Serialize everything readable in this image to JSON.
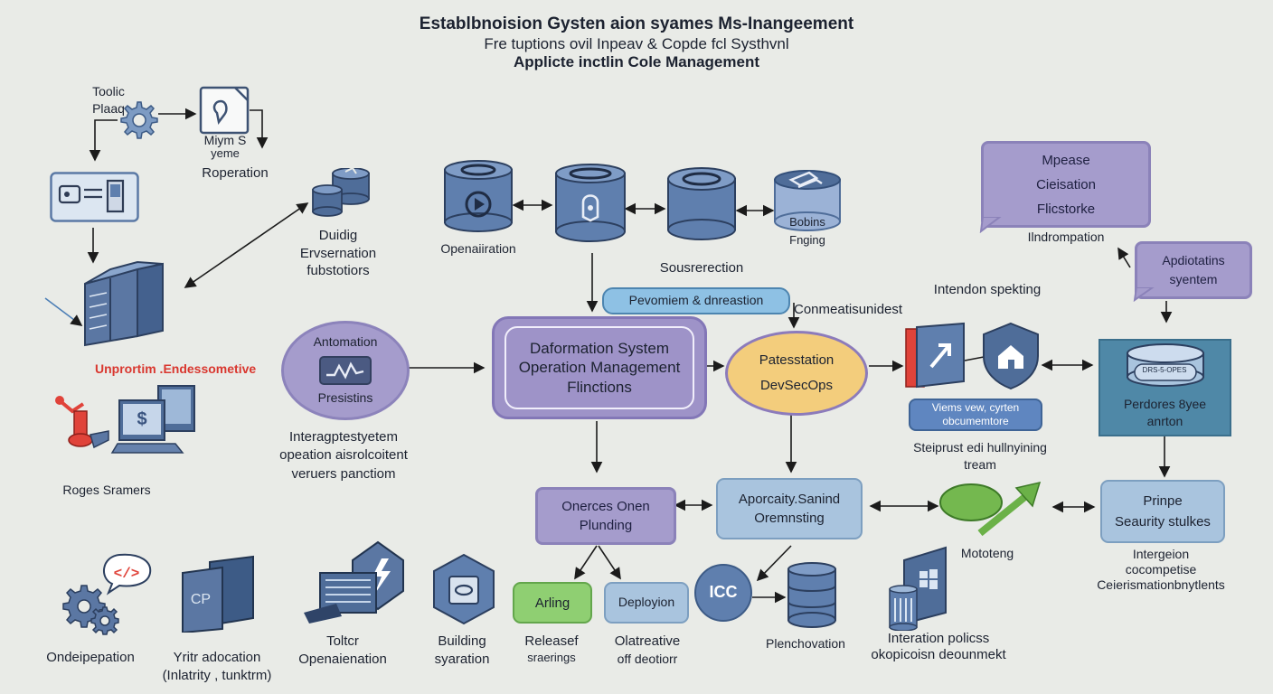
{
  "title": {
    "line1": "Establbnoision Gysten aion syames Ms-Inangeement",
    "line2": "Fre tuptions ovil Inpeav & Copde fcl Systhvnl",
    "line3": "Applicte inctlin Cole Management"
  },
  "left": {
    "toolic": [
      "Toolic",
      "Plaaq"
    ],
    "miym": [
      "Miym S",
      "yeme"
    ],
    "roperation": "Roperation",
    "unprortim": "Unprortim .Endessometive",
    "roges": "Roges Sramers"
  },
  "middle_left": {
    "duidig": [
      "Duidig",
      "Ervsernation",
      "fubstotiors"
    ],
    "automation": {
      "top": "Antomation",
      "bottom": "Presistins"
    },
    "interag": [
      "Interagptestyetem",
      "opeation aisrolcoitent",
      "veruers panctiom"
    ]
  },
  "top_row": {
    "operation": "Openaiiration",
    "sourcerection": "Sousrerection",
    "botins": [
      "Bobins",
      "Fnging"
    ]
  },
  "core": {
    "pevomiem": "Pevomiem & dnreastion",
    "main": [
      "Daformation System",
      "Operation  Management",
      "Flinctions"
    ],
    "connect": "Conmeatisunidest",
    "devsecops": [
      "Patesstation",
      "DevSecOps"
    ]
  },
  "right": {
    "mpease": [
      "Mpease",
      "Cieisation",
      "Flicstorke"
    ],
    "indromp": "Ilndrompation",
    "apdiotatins": [
      "Apdiotatins",
      "syentem"
    ],
    "intendon": "Intendon spekting",
    "viems": [
      "Viems  vew,  cyrten",
      "obcumemtore"
    ],
    "steiprust": [
      "Steiprust  edi hullnyining",
      "tream"
    ],
    "disk_label": "DRS-5-OPES",
    "perdores": [
      "Perdores 8yee",
      "anrton"
    ]
  },
  "bottom_flow": {
    "onerces": [
      "Onerces Onen",
      "Plunding"
    ],
    "apor": [
      "Aporcaity.Sanind",
      "Oremnsting"
    ],
    "arling": "Arling",
    "deployion": "Deployion",
    "icc": "ICC",
    "mototeng": "Mototeng",
    "prinpe": [
      "Prinpe",
      "Seaurity stulkes"
    ],
    "intergeion": [
      "Intergeion",
      "cocompetise",
      "Ceierismationbnytlents"
    ]
  },
  "bottom_row": {
    "ondeipepation": "Ondeipepation",
    "code_icon": "</>",
    "cp": "CP",
    "yritr": [
      "Yritr  adocation",
      "(Inlatrity , tunktrm)"
    ],
    "toltcr": [
      "Toltcr",
      "Openaienation"
    ],
    "building": [
      "Building",
      "syaration"
    ],
    "releasef": [
      "Releasef",
      "sraerings"
    ],
    "olatreative": [
      "Olatreative",
      "off deotiorr"
    ],
    "plenchovation": "Plenchovation",
    "interation": [
      "Interation policss",
      "okopicoisn deounmekt"
    ]
  },
  "colors": {
    "background": "#e9ebe7",
    "cylinder": "#5f7fae",
    "purple": "#a59ccc",
    "blue": "#a9c4de",
    "green": "#8fcf72",
    "orange": "#f3cd7c",
    "teal": "#4f88a7",
    "red": "#e0433a"
  }
}
